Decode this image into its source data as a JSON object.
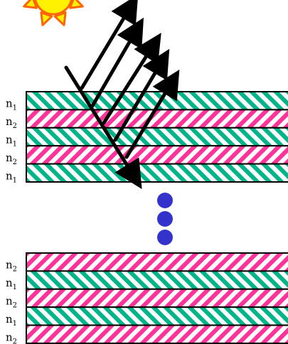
{
  "colors": {
    "green": "#00b489",
    "pink": "#ff3399",
    "stripe_bg": "#ffffff",
    "border": "#000000",
    "sun_fill": "#fff200",
    "sun_stroke": "#ff6600",
    "dot": "#3333cc",
    "arrow": "#000000"
  },
  "symbols": {
    "n": "n",
    "sub1": "1",
    "sub2": "2"
  },
  "top_stack": {
    "layers": [
      "green",
      "pink",
      "green",
      "pink",
      "green"
    ],
    "labels": [
      "1",
      "2",
      "1",
      "2",
      "1"
    ]
  },
  "bottom_stack": {
    "layers": [
      "pink",
      "green",
      "pink",
      "green",
      "pink"
    ],
    "labels": [
      "2",
      "1",
      "2",
      "1",
      "2"
    ]
  },
  "continuation_dots": 3,
  "reflected_rays": 5,
  "icons": {
    "light_source": "sun-icon",
    "continuation": "ellipsis-dots-icon"
  }
}
